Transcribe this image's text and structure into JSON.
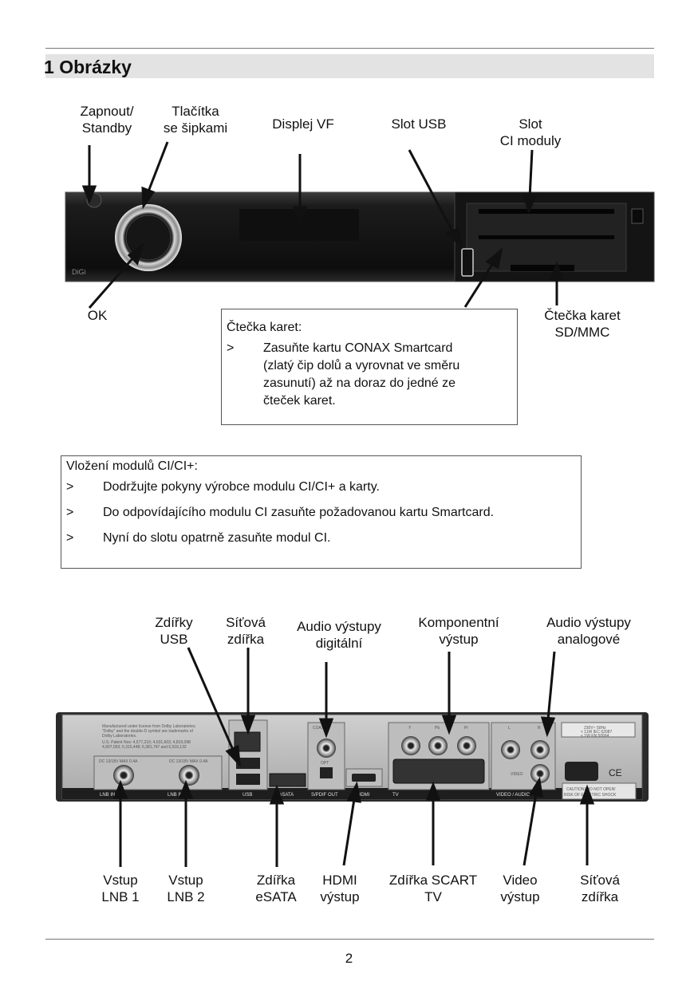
{
  "section": {
    "number": "1",
    "title": "Obrázky"
  },
  "front_labels": {
    "power_line1": "Zapnout/",
    "power_line2": "Standby",
    "arrows_line1": "Tlačítka",
    "arrows_line2": "se šipkami",
    "display": "Displej VF",
    "usb_slot": "Slot USB",
    "ci_line1": "Slot",
    "ci_line2": "CI moduly",
    "ok": "OK",
    "sd_line1": "Čtečka karet",
    "sd_line2": "SD/MMC"
  },
  "card_box": {
    "title": "Čtečka karet:",
    "bullet": ">",
    "lines": [
      "Zasuňte kartu CONAX Smartcard",
      "(zlatý čip dolů a vyrovnat ve směru",
      "zasunutí) až na doraz do jedné ze",
      "čteček karet."
    ]
  },
  "ci_box": {
    "title": "Vložení modulů CI/CI+:",
    "items": [
      {
        "bullet": ">",
        "text": "Dodržujte pokyny výrobce modulu CI/CI+ a karty."
      },
      {
        "bullet": ">",
        "text": "Do odpovídajícího modulu CI zasuňte požadovanou kartu Smartcard."
      },
      {
        "bullet": ">",
        "text": "Nyní do slotu opatrně zasuňte modul CI."
      }
    ]
  },
  "rear_top_labels": {
    "usb_line1": "Zdířky",
    "usb_line2": "USB",
    "net_line1": "Síťová",
    "net_line2": "zdířka",
    "audio_dig_line1": "Audio výstupy",
    "audio_dig_line2": "digitální",
    "comp_line1": "Komponentní",
    "comp_line2": "výstup",
    "audio_an_line1": "Audio výstupy",
    "audio_an_line2": "analogové"
  },
  "rear_bottom_labels": {
    "lnb1_line1": "Vstup",
    "lnb1_line2": "LNB 1",
    "lnb2_line1": "Vstup",
    "lnb2_line2": "LNB 2",
    "esata_line1": "Zdířka",
    "esata_line2": "eSATA",
    "hdmi_line1": "HDMI",
    "hdmi_line2": "výstup",
    "scart_line1": "Zdířka SCART",
    "scart_line2": "TV",
    "video_line1": "Video",
    "video_line2": "výstup",
    "power_line1": "Síťová",
    "power_line2": "zdířka"
  },
  "panel_text": {
    "brand": "DiGi",
    "lnb1": "LNB IN 1",
    "lnb2": "LNB IN 2",
    "usb": "USB",
    "esata": "eSATA",
    "spdif": "S/PDIF OUT",
    "hdmi": "HDMI",
    "tv": "TV",
    "video_audio": "VIDEO / AUDIO OUT",
    "caution1": "CAUTION! DO NOT OPEN!",
    "caution2": "RISK OF ELECTRIC SHOCK",
    "rating1": "230V~ 50Hz",
    "rating2": "< 11W  IEC 62087",
    "rating3": "< 1W  EN 50564",
    "ce": "CE",
    "video": "VIDEO",
    "coaxial": "COAXIAL",
    "opt": "OPT",
    "dc1": "DC 13/18V MAX 0.4A",
    "dc2": "DC 13/18V MAX 0.4A",
    "legal1": "Manufactured under license from Dolby Laboratories.",
    "legal2": "\"Dolby\" and the double-D symbol are trademarks of",
    "legal3": "Dolby Laboratories.",
    "pat1": "U.S. Patent Nos: 4,577,216; 4,631,603; 4,819,098",
    "pat2": "4,907,093; 5,315,448; 6,381,747 and 6,516,132",
    "comp_y": "Y",
    "comp_pb": "Pb",
    "comp_pr": "Pr",
    "aud_l": "L",
    "aud_r": "R"
  },
  "page_number": "2"
}
